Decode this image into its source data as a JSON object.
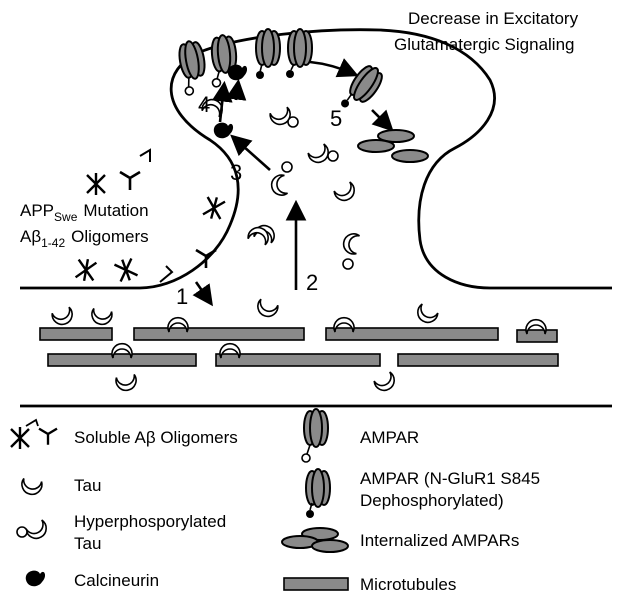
{
  "title": {
    "line1": "Decrease in Excitatory",
    "line2": "Glutamatergic Signaling"
  },
  "mutation": {
    "app": "APP",
    "app_sub": "Swe",
    "mutation": "Mutation",
    "abeta": "Aβ",
    "abeta_sub": "1-42",
    "oligomers": "Oligomers"
  },
  "steps": [
    "1",
    "2",
    "3",
    "4",
    "5"
  ],
  "legend": {
    "soluble_abeta": "Soluble Aβ Oligomers",
    "tau": "Tau",
    "hyper_tau_line1": "Hyperphosporylated",
    "hyper_tau_line2": "Tau",
    "calcineurin": "Calcineurin",
    "ampar": "AMPAR",
    "ampar_dephos_line1": "AMPAR (N-GluR1 S845",
    "ampar_dephos_line2": "Dephosphorylated)",
    "internalized": "Internalized AMPARs",
    "microtubules": "Microtubules"
  },
  "colors": {
    "protein_fill": "#8a8a8a",
    "outline": "#000000",
    "background": "#ffffff"
  }
}
